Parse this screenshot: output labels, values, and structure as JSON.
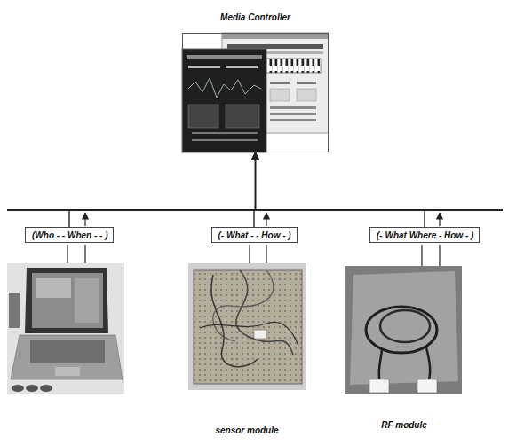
{
  "diagram": {
    "nodes": [
      {
        "text": [
          "Media Controller"
        ]
      },
      {
        "text": [
          "(Who - - When - - )"
        ]
      },
      {
        "text": [
          "(- What - - How - )"
        ]
      },
      {
        "text": [
          "(- What Where - How - )"
        ]
      }
    ],
    "edges": [
      {
        "from": 1,
        "to": 0,
        "arrow": "to"
      },
      {
        "from": 2,
        "to": 0,
        "arrow": "to"
      },
      {
        "from": 3,
        "to": 0,
        "arrow": "to"
      }
    ],
    "labels": [
      "sensor module",
      "RF module"
    ]
  }
}
